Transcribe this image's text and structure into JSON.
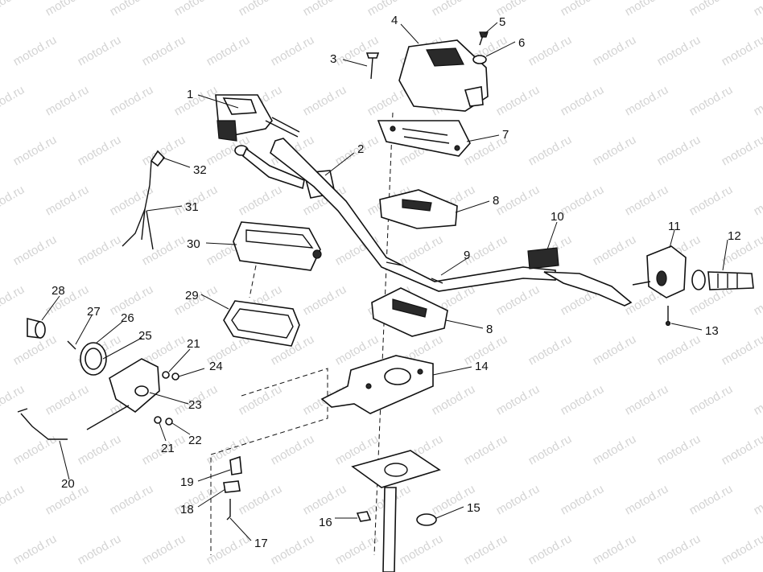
{
  "watermark": "motod.ru",
  "callouts": [
    {
      "label": "1"
    },
    {
      "label": "2"
    },
    {
      "label": "3"
    },
    {
      "label": "4"
    },
    {
      "label": "5"
    },
    {
      "label": "6"
    },
    {
      "label": "7"
    },
    {
      "label": "8"
    },
    {
      "label": "8"
    },
    {
      "label": "9"
    },
    {
      "label": "10"
    },
    {
      "label": "11"
    },
    {
      "label": "12"
    },
    {
      "label": "13"
    },
    {
      "label": "14"
    },
    {
      "label": "15"
    },
    {
      "label": "16"
    },
    {
      "label": "17"
    },
    {
      "label": "18"
    },
    {
      "label": "19"
    },
    {
      "label": "20"
    },
    {
      "label": "21"
    },
    {
      "label": "21"
    },
    {
      "label": "22"
    },
    {
      "label": "23"
    },
    {
      "label": "24"
    },
    {
      "label": "25"
    },
    {
      "label": "26"
    },
    {
      "label": "27"
    },
    {
      "label": "28"
    },
    {
      "label": "29"
    },
    {
      "label": "30"
    },
    {
      "label": "31"
    },
    {
      "label": "32"
    }
  ]
}
